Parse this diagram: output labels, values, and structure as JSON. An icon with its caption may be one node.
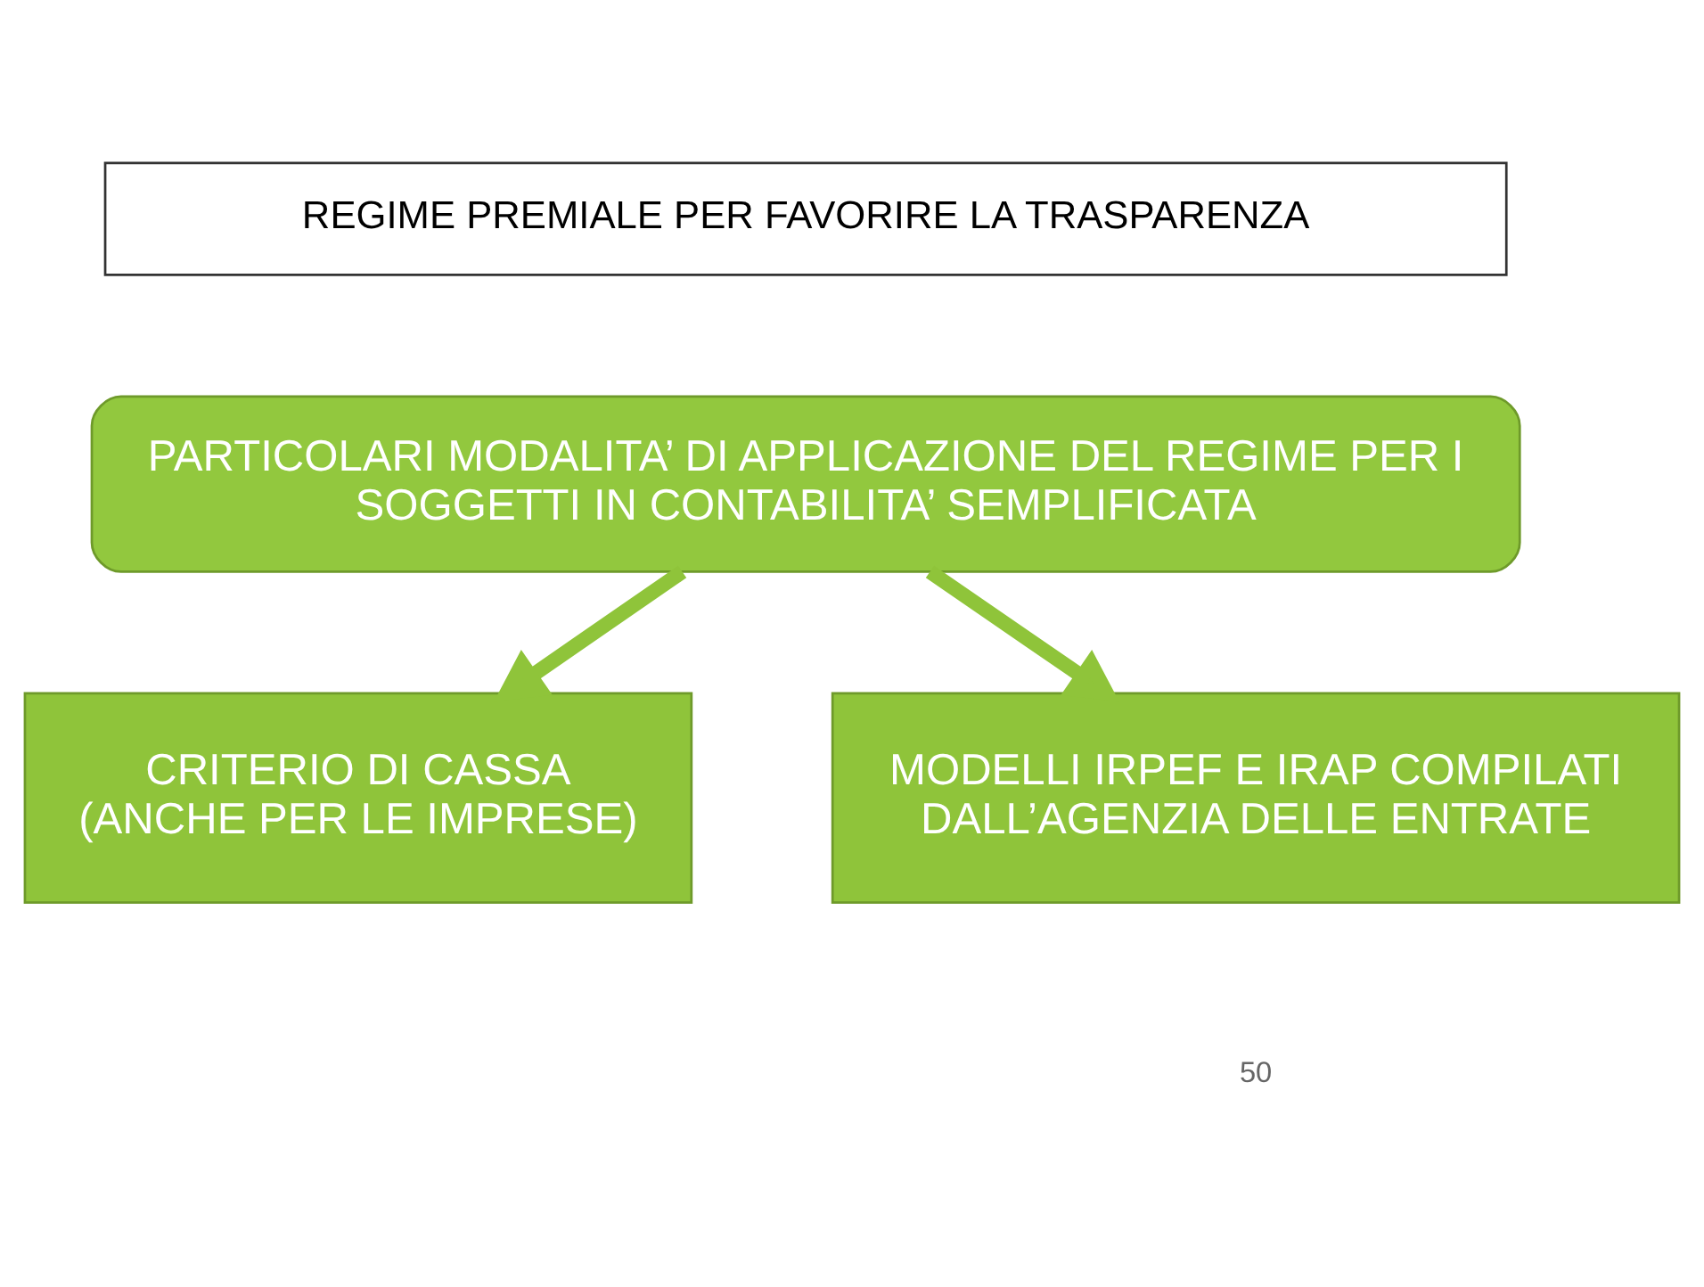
{
  "diagram": {
    "nodes": [
      {
        "text": [
          "REGIME PREMIALE PER FAVORIRE LA TRASPARENZA"
        ]
      },
      {
        "text": [
          "PARTICOLARI MODALITA’ DI APPLICAZIONE DEL REGIME PER I SOGGETTI IN CONTABILITA’ SEMPLIFICATA"
        ]
      },
      {
        "text": [
          "CRITERIO DI CASSA (ANCHE PER LE IMPRESE)"
        ]
      },
      {
        "text": [
          "MODELLI IRPEF E IRAP COMPILATI DALL’AGENZIA DELLE ENTRATE"
        ]
      }
    ],
    "edges": [
      {
        "from": 1,
        "to": 2,
        "arrow": "to"
      },
      {
        "from": 1,
        "to": 3,
        "arrow": "to"
      }
    ],
    "labels": [
      "50"
    ]
  }
}
